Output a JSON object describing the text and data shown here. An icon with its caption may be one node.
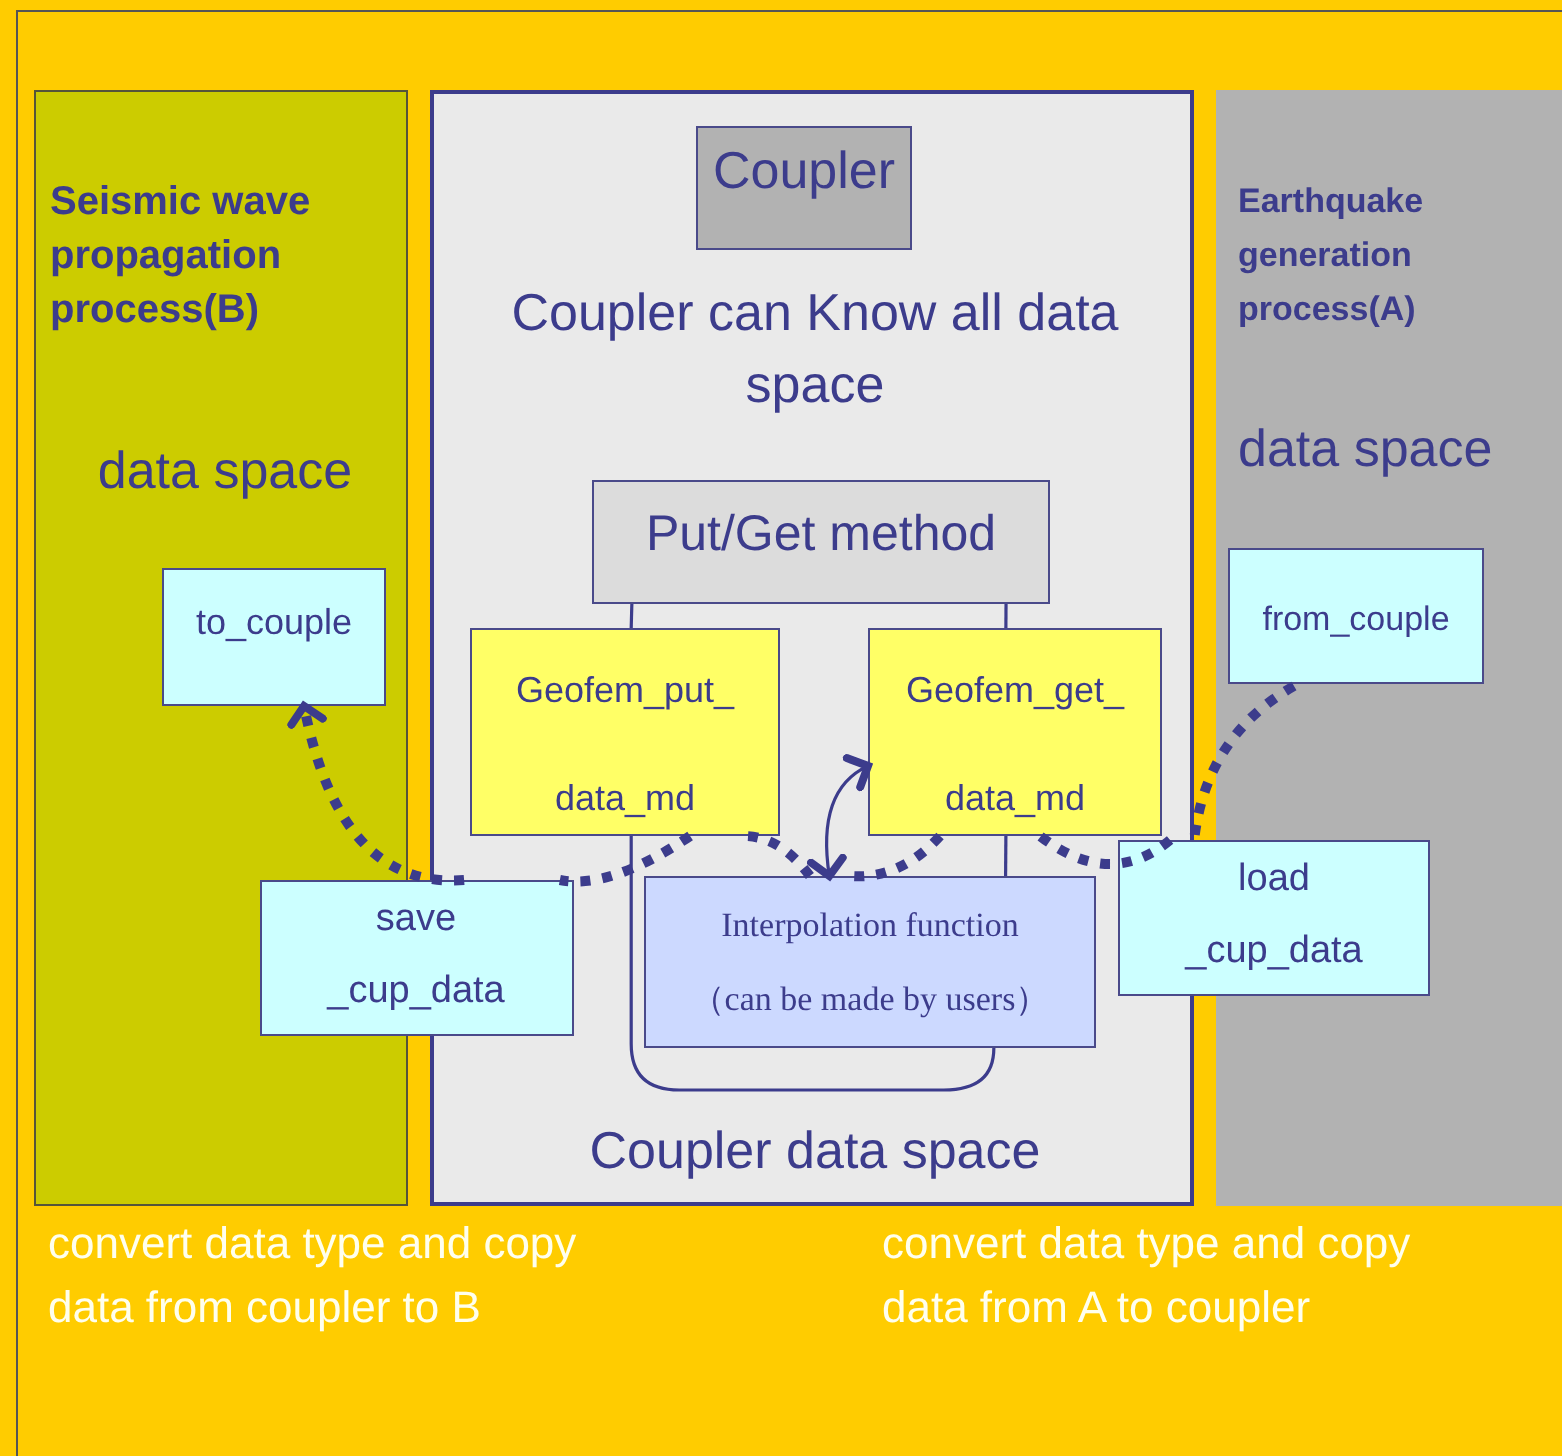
{
  "diagram": {
    "nodes": [
      {
        "text": [
          "Seismic wave propagation process(B)",
          "data space"
        ]
      },
      {
        "text": [
          "to_couple"
        ],
        "in": 0
      },
      {
        "text": [
          "Coupler can Know all data space",
          "Coupler data space"
        ]
      },
      {
        "text": [
          "Coupler"
        ],
        "in": 2
      },
      {
        "text": [
          "Put/Get method"
        ],
        "in": 2
      },
      {
        "text": [
          "Geofem_put_ data_md"
        ],
        "in": 2
      },
      {
        "text": [
          "Geofem_get_ data_md"
        ],
        "in": 2
      },
      {
        "text": [
          "Interpolation function （can be made by users）"
        ],
        "in": 2
      },
      {
        "text": [
          "Earthquake generation process(A)",
          "data space"
        ]
      },
      {
        "text": [
          "from_couple"
        ],
        "in": 8
      },
      {
        "text": [
          "save _cup_data"
        ]
      },
      {
        "text": [
          "load _cup_data"
        ]
      }
    ],
    "edges": [
      {
        "from": 9,
        "to": 11,
        "arrow": "none",
        "style": "dashed"
      },
      {
        "from": 11,
        "to": 6,
        "arrow": "none",
        "style": "dashed"
      },
      {
        "from": 6,
        "to": 7,
        "arrow": "none",
        "style": "dashed"
      },
      {
        "from": 7,
        "to": 5,
        "arrow": "none",
        "style": "dashed"
      },
      {
        "from": 5,
        "to": 10,
        "arrow": "none",
        "style": "dashed"
      },
      {
        "from": 10,
        "to": 1,
        "arrow": "to",
        "style": "dashed"
      },
      {
        "from": 7,
        "to": 6,
        "arrow": "both"
      },
      {
        "from": 4,
        "to": 5,
        "arrow": "none"
      },
      {
        "from": 4,
        "to": 6,
        "arrow": "none"
      },
      {
        "from": 6,
        "to": 7,
        "arrow": "none"
      },
      {
        "from": 5,
        "to": 7,
        "arrow": "none"
      }
    ],
    "labels": [
      "convert data type and copy data from coupler to B",
      "convert data type and copy data from A to coupler"
    ]
  }
}
